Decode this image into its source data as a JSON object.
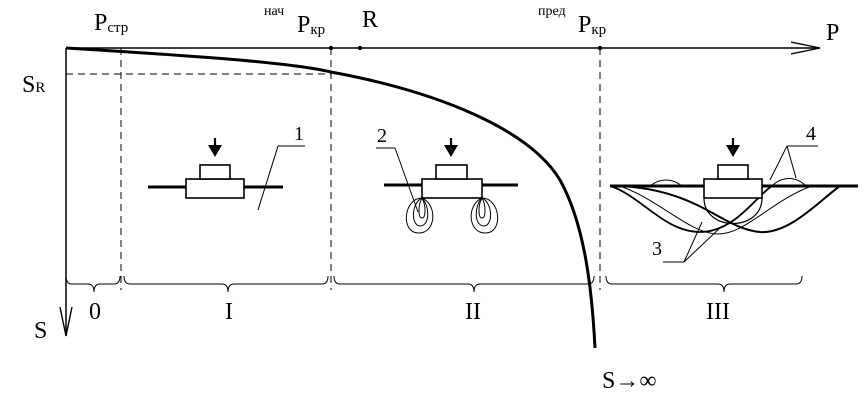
{
  "axes": {
    "p_label": "P",
    "s_label": "S",
    "s_infinity_label": "S→∞"
  },
  "top_labels": {
    "p_str_main": "P",
    "p_str_sub": "стр",
    "p_nach_sup": "нач",
    "p_nach_main": "P",
    "p_nach_sub": "кр",
    "r_label": "R",
    "p_pred_sup": "пред",
    "p_pred_main": "P",
    "p_pred_sub": "кр"
  },
  "sr_label": {
    "main": "S",
    "sub": "R"
  },
  "zones": [
    "0",
    "I",
    "II",
    "III"
  ],
  "callouts": [
    "1",
    "2",
    "3",
    "4"
  ]
}
